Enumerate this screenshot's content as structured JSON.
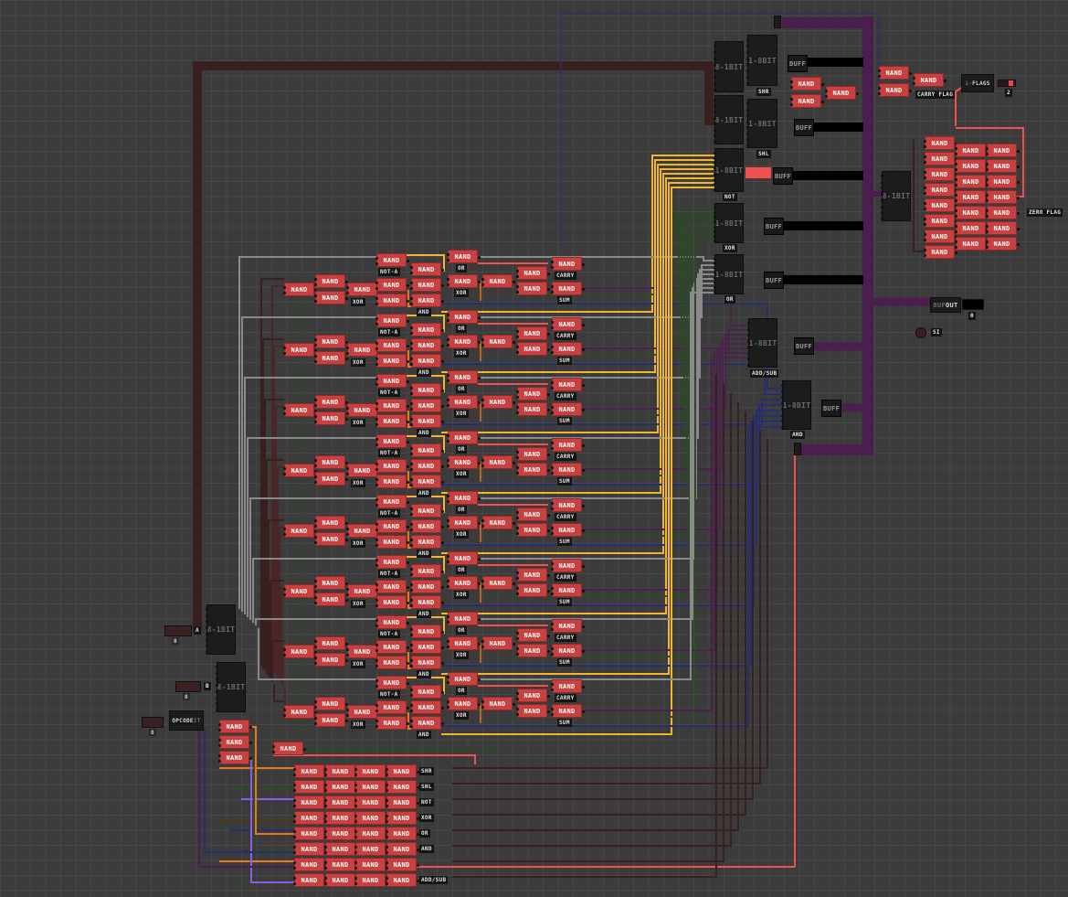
{
  "app": {
    "title": "Turing Complete - ALU circuit"
  },
  "labels": {
    "nand": "NAND",
    "xor": "XOR",
    "and": "AND",
    "or": "OR",
    "not_a": "NOT-A",
    "carry": "CARRY",
    "sum": "SUM",
    "buff": "BUFF",
    "byte_to_bits": "8-1BIT",
    "bits_to_byte": "1-8BIT",
    "shr": "SHR",
    "shl": "SHL",
    "not": "NOT",
    "add_sub": "ADD/SUB",
    "carry_flag": "CARRY FLAG",
    "zero_flag": "ZERO FLAG",
    "flags_prefix": "1-",
    "flags": "FLAGS",
    "out_prefix": "BUF",
    "out": "OUT",
    "opcode_suffix": "IT"
  },
  "inputs": {
    "a": {
      "label": "A",
      "value": "0"
    },
    "b": {
      "label": "B",
      "value": "0"
    },
    "opcode": {
      "label": "OPCODE",
      "value": "0"
    }
  },
  "outputs": {
    "flags_value": "2",
    "out_value": "0",
    "si_label": "SI"
  },
  "colors": {
    "nand": "#c8403f",
    "chip": "#1c1c1c",
    "bus_purple": "#4a1f4d",
    "wire_yellow": "#f2b531",
    "wire_gray": "#8a8a8a",
    "wire_maroon": "#3b1e1e",
    "wire_green": "#2c4a26",
    "wire_navy": "#24306e",
    "wire_red": "#f05050",
    "wire_orange": "#e8781c",
    "wire_violet": "#8a5ee8"
  }
}
